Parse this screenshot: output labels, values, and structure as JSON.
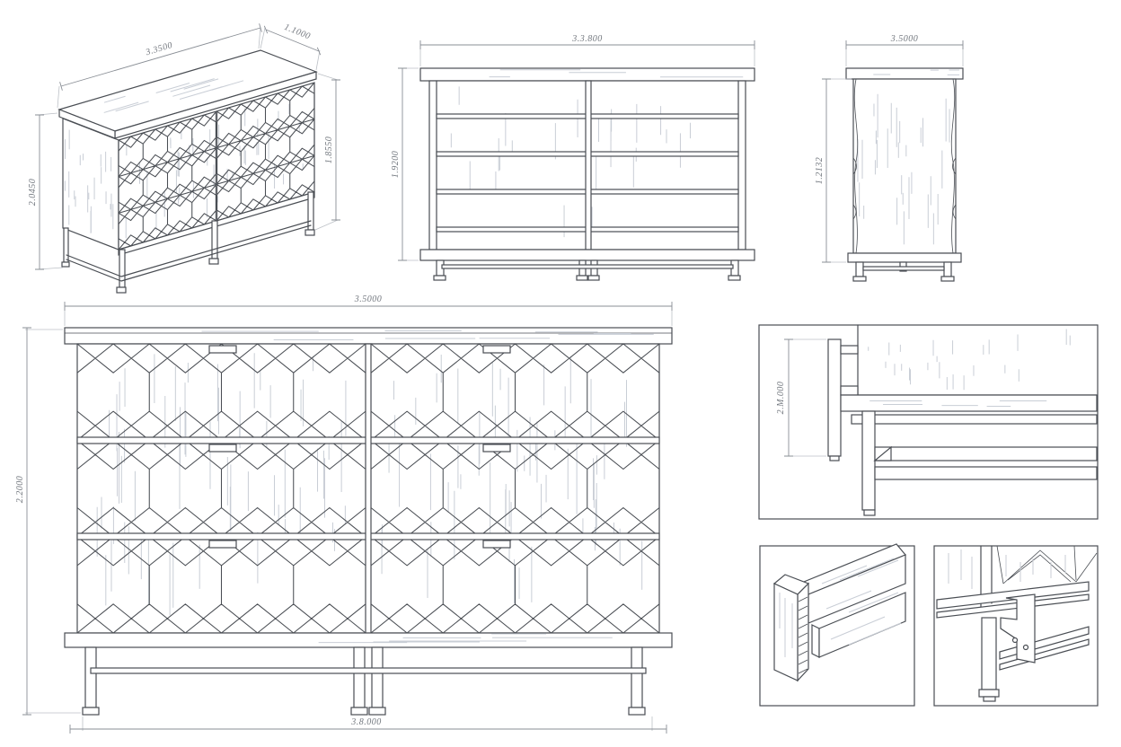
{
  "colors": {
    "background": "#ffffff",
    "line": "#4a4e54",
    "grain": "#c9ced6",
    "dimension": "#8a8f96",
    "dimension_text": "#73787f"
  },
  "views": {
    "isometric": {
      "dim_width": "3.3500",
      "dim_depth": "1.1000",
      "dim_height_left": "2.0450",
      "dim_height_right": "1.8550"
    },
    "front_frame": {
      "dim_width": "3.3.800",
      "dim_height": "1.9200"
    },
    "side": {
      "dim_width": "3.5000",
      "dim_height": "1.2132"
    },
    "front": {
      "dim_width_top": "3.5000",
      "dim_height_left": "2.2000",
      "dim_width_bottom": "3.8.000"
    },
    "corner_section": {
      "dim_height": "2.M.000"
    }
  }
}
